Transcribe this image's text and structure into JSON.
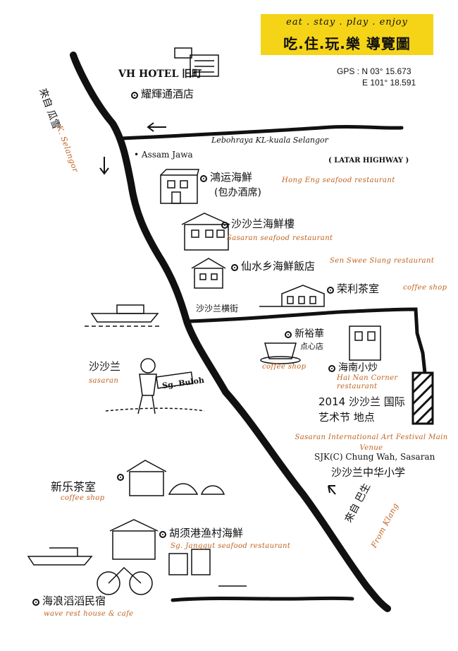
{
  "header": {
    "tagline": "eat . stay . play . enjoy",
    "title": "吃.住.玩.樂 導覽圖"
  },
  "gps": {
    "north": "GPS : N 03° 15.673",
    "east": "E 101° 18.591"
  },
  "roads": {
    "main_road": "Lebohraya KL-kuala Selangor",
    "latar": "( LATAR HIGHWAY )",
    "from_ks_zh": "來自 瓜雪",
    "from_ks_en": "K. Selangor",
    "from_klang_zh": "來自 巴生",
    "from_klang_en": "From Klang"
  },
  "places": [
    {
      "id": "hotel",
      "logo": "VH HOTEL 旧町",
      "zh": "耀輝通酒店"
    },
    {
      "id": "assam",
      "name": "Assam Jawa"
    },
    {
      "id": "hongeng",
      "zh": "鴻运海鮮",
      "zh2": "(包办酒席)",
      "en": "Hong Eng seafood restaurant"
    },
    {
      "id": "sasaran",
      "zh": "沙沙兰海鮮樓",
      "en": "Sasaran seafood restaurant"
    },
    {
      "id": "sensweesiang",
      "zh": "仙水乡海鮮飯店",
      "en": "Sen Swee Siang restaurant"
    },
    {
      "id": "rongli",
      "zh": "荣利茶室",
      "en": "coffee shop"
    },
    {
      "id": "street",
      "zh": "沙沙兰横街"
    },
    {
      "id": "xinyuhua",
      "zh": "新裕華",
      "zh2": "点心店",
      "en": "coffee shop"
    },
    {
      "id": "hainan",
      "zh": "海南小炒",
      "en": "Hai Nan Corner restaurant"
    },
    {
      "id": "artfest",
      "zh": "2014 沙沙兰 国际艺术节 地点",
      "en": "Sasaran International Art Festival Main Venue",
      "school": "SJK(C) Chung Wah, Sasaran",
      "school_zh": "沙沙兰中华小学"
    },
    {
      "id": "sasaran_town",
      "zh": "沙沙兰",
      "en": "sasaran",
      "sign": "Sg. Buloh"
    },
    {
      "id": "xinle",
      "zh": "新乐茶室",
      "en": "coffee shop"
    },
    {
      "id": "janggut",
      "zh": "胡须港渔村海鮮",
      "en": "Sg. Janggut seafood restaurant"
    },
    {
      "id": "wave",
      "zh": "海浪滔滔民宿",
      "en": "wave rest house & cafe"
    }
  ],
  "colors": {
    "header_bg": "#f5d417",
    "accent_text": "#c0611d",
    "ink": "#111111"
  }
}
